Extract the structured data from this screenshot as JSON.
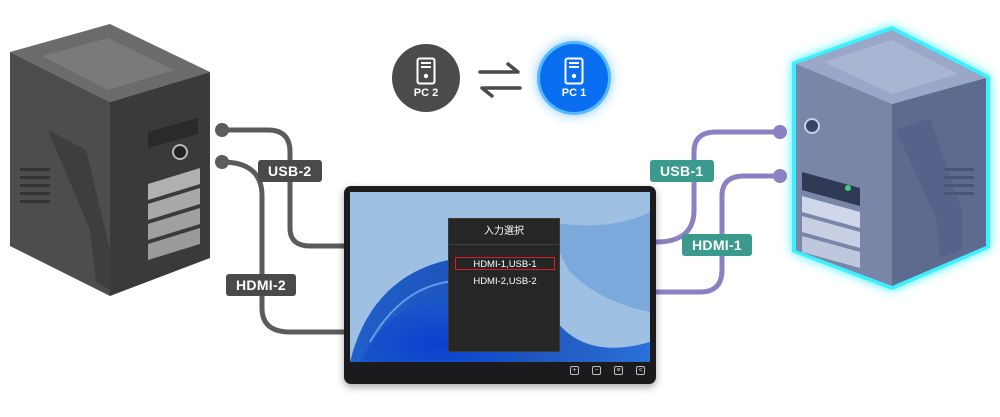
{
  "labels": {
    "usb2": "USB-2",
    "hdmi2": "HDMI-2",
    "usb1": "USB-1",
    "hdmi1": "HDMI-1"
  },
  "switch": {
    "left": {
      "label": "PC 2",
      "active": false
    },
    "right": {
      "label": "PC 1",
      "active": true
    }
  },
  "osd": {
    "title": "入力選択",
    "items": [
      "HDMI-1,USB-1",
      "HDMI-2,USB-2"
    ],
    "selected_index": 0
  },
  "monitor_buttons": [
    "+",
    "−",
    "≡",
    "<"
  ],
  "icons": [
    "pc-tower-icon",
    "swap-arrows-icon"
  ],
  "colors": {
    "pc2_cables": "#5b5b5b",
    "pc1_cables": "#8b80c4",
    "pc1_glow": "#3df0ff",
    "active_switch": "#0a6ef0",
    "selection_box": "#d81e1e"
  }
}
